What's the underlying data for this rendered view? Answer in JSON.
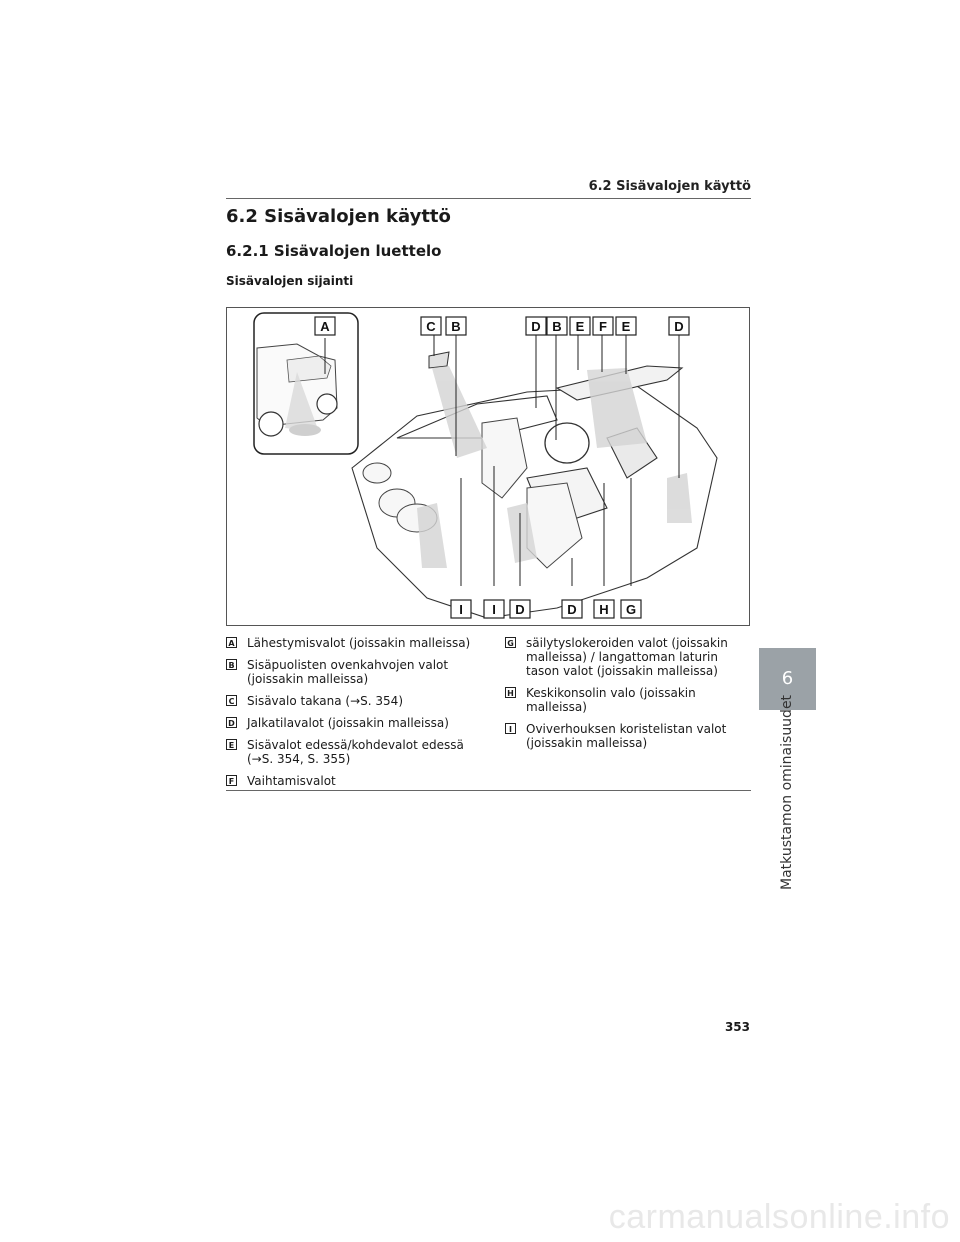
{
  "header": {
    "section_title": "6.2 Sisävalojen käyttö"
  },
  "headings": {
    "h1": "6.2 Sisävalojen käyttö",
    "h2": "6.2.1 Sisävalojen luettelo",
    "h3": "Sisävalojen sijainti"
  },
  "figure": {
    "callouts_top": [
      "A",
      "C",
      "B",
      "D",
      "B",
      "E",
      "F",
      "E",
      "D"
    ],
    "callouts_bottom": [
      "I",
      "I",
      "D",
      "D",
      "H",
      "G"
    ]
  },
  "legend_left": [
    {
      "key": "A",
      "text": "Lähestymisvalot (joissakin malleissa)"
    },
    {
      "key": "B",
      "text": "Sisäpuolisten ovenkahvojen valot\n(joissakin malleissa)"
    },
    {
      "key": "C",
      "text": "Sisävalo takana (→S. 354)"
    },
    {
      "key": "D",
      "text": "Jalkatilavalot (joissakin malleissa)"
    },
    {
      "key": "E",
      "text": "Sisävalot edessä/kohdevalot edessä\n(→S. 354, S. 355)"
    },
    {
      "key": "F",
      "text": "Vaihtamisvalot"
    }
  ],
  "legend_right": [
    {
      "key": "G",
      "text": "säilytyslokeroiden valot (joissakin\nmalleissa) / langattoman laturin\ntason valot (joissakin malleissa)"
    },
    {
      "key": "H",
      "text": "Keskikonsolin valo (joissakin\nmalleissa)"
    },
    {
      "key": "I",
      "text": "Oviverhouksen koristelistan valot\n(joissakin malleissa)"
    }
  ],
  "side_tab": {
    "number": "6",
    "label": "Matkustamon ominaisuudet"
  },
  "page_number": "353",
  "watermark": "carmanualsonline.info"
}
